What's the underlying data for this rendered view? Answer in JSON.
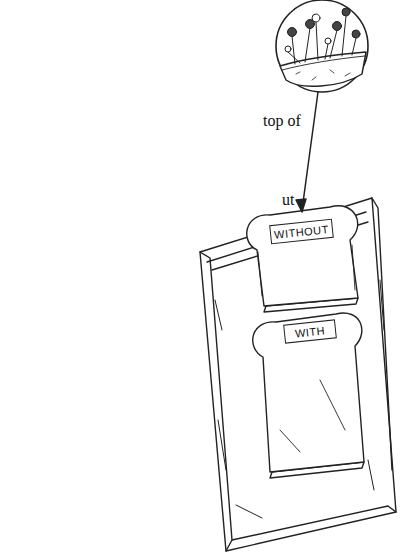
{
  "diagram": {
    "nodes": [
      {
        "text": [
          "WITHOUT"
        ]
      },
      {
        "text": [
          "WITH"
        ]
      }
    ],
    "labels": [
      "top of",
      "ut"
    ]
  }
}
